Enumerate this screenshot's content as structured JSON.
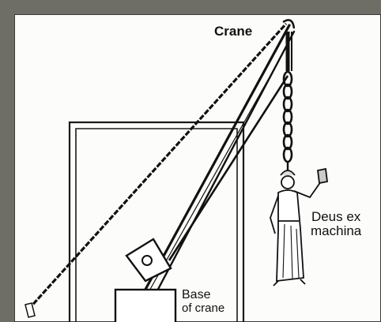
{
  "labels": {
    "crane": "Crane",
    "deus_line1": "Deus ex",
    "deus_line2": "machina",
    "base_line1": "Base",
    "base_line2": "of crane"
  },
  "icons": [
    "crane-boom-icon",
    "pulley-block-icon",
    "chain-icon",
    "actor-figure-icon",
    "rope-icon",
    "crane-base-block-icon",
    "stage-frame-icon"
  ],
  "colors": {
    "frame": "#6e6e66",
    "background": "#fcfcfa",
    "ink": "#111111"
  }
}
